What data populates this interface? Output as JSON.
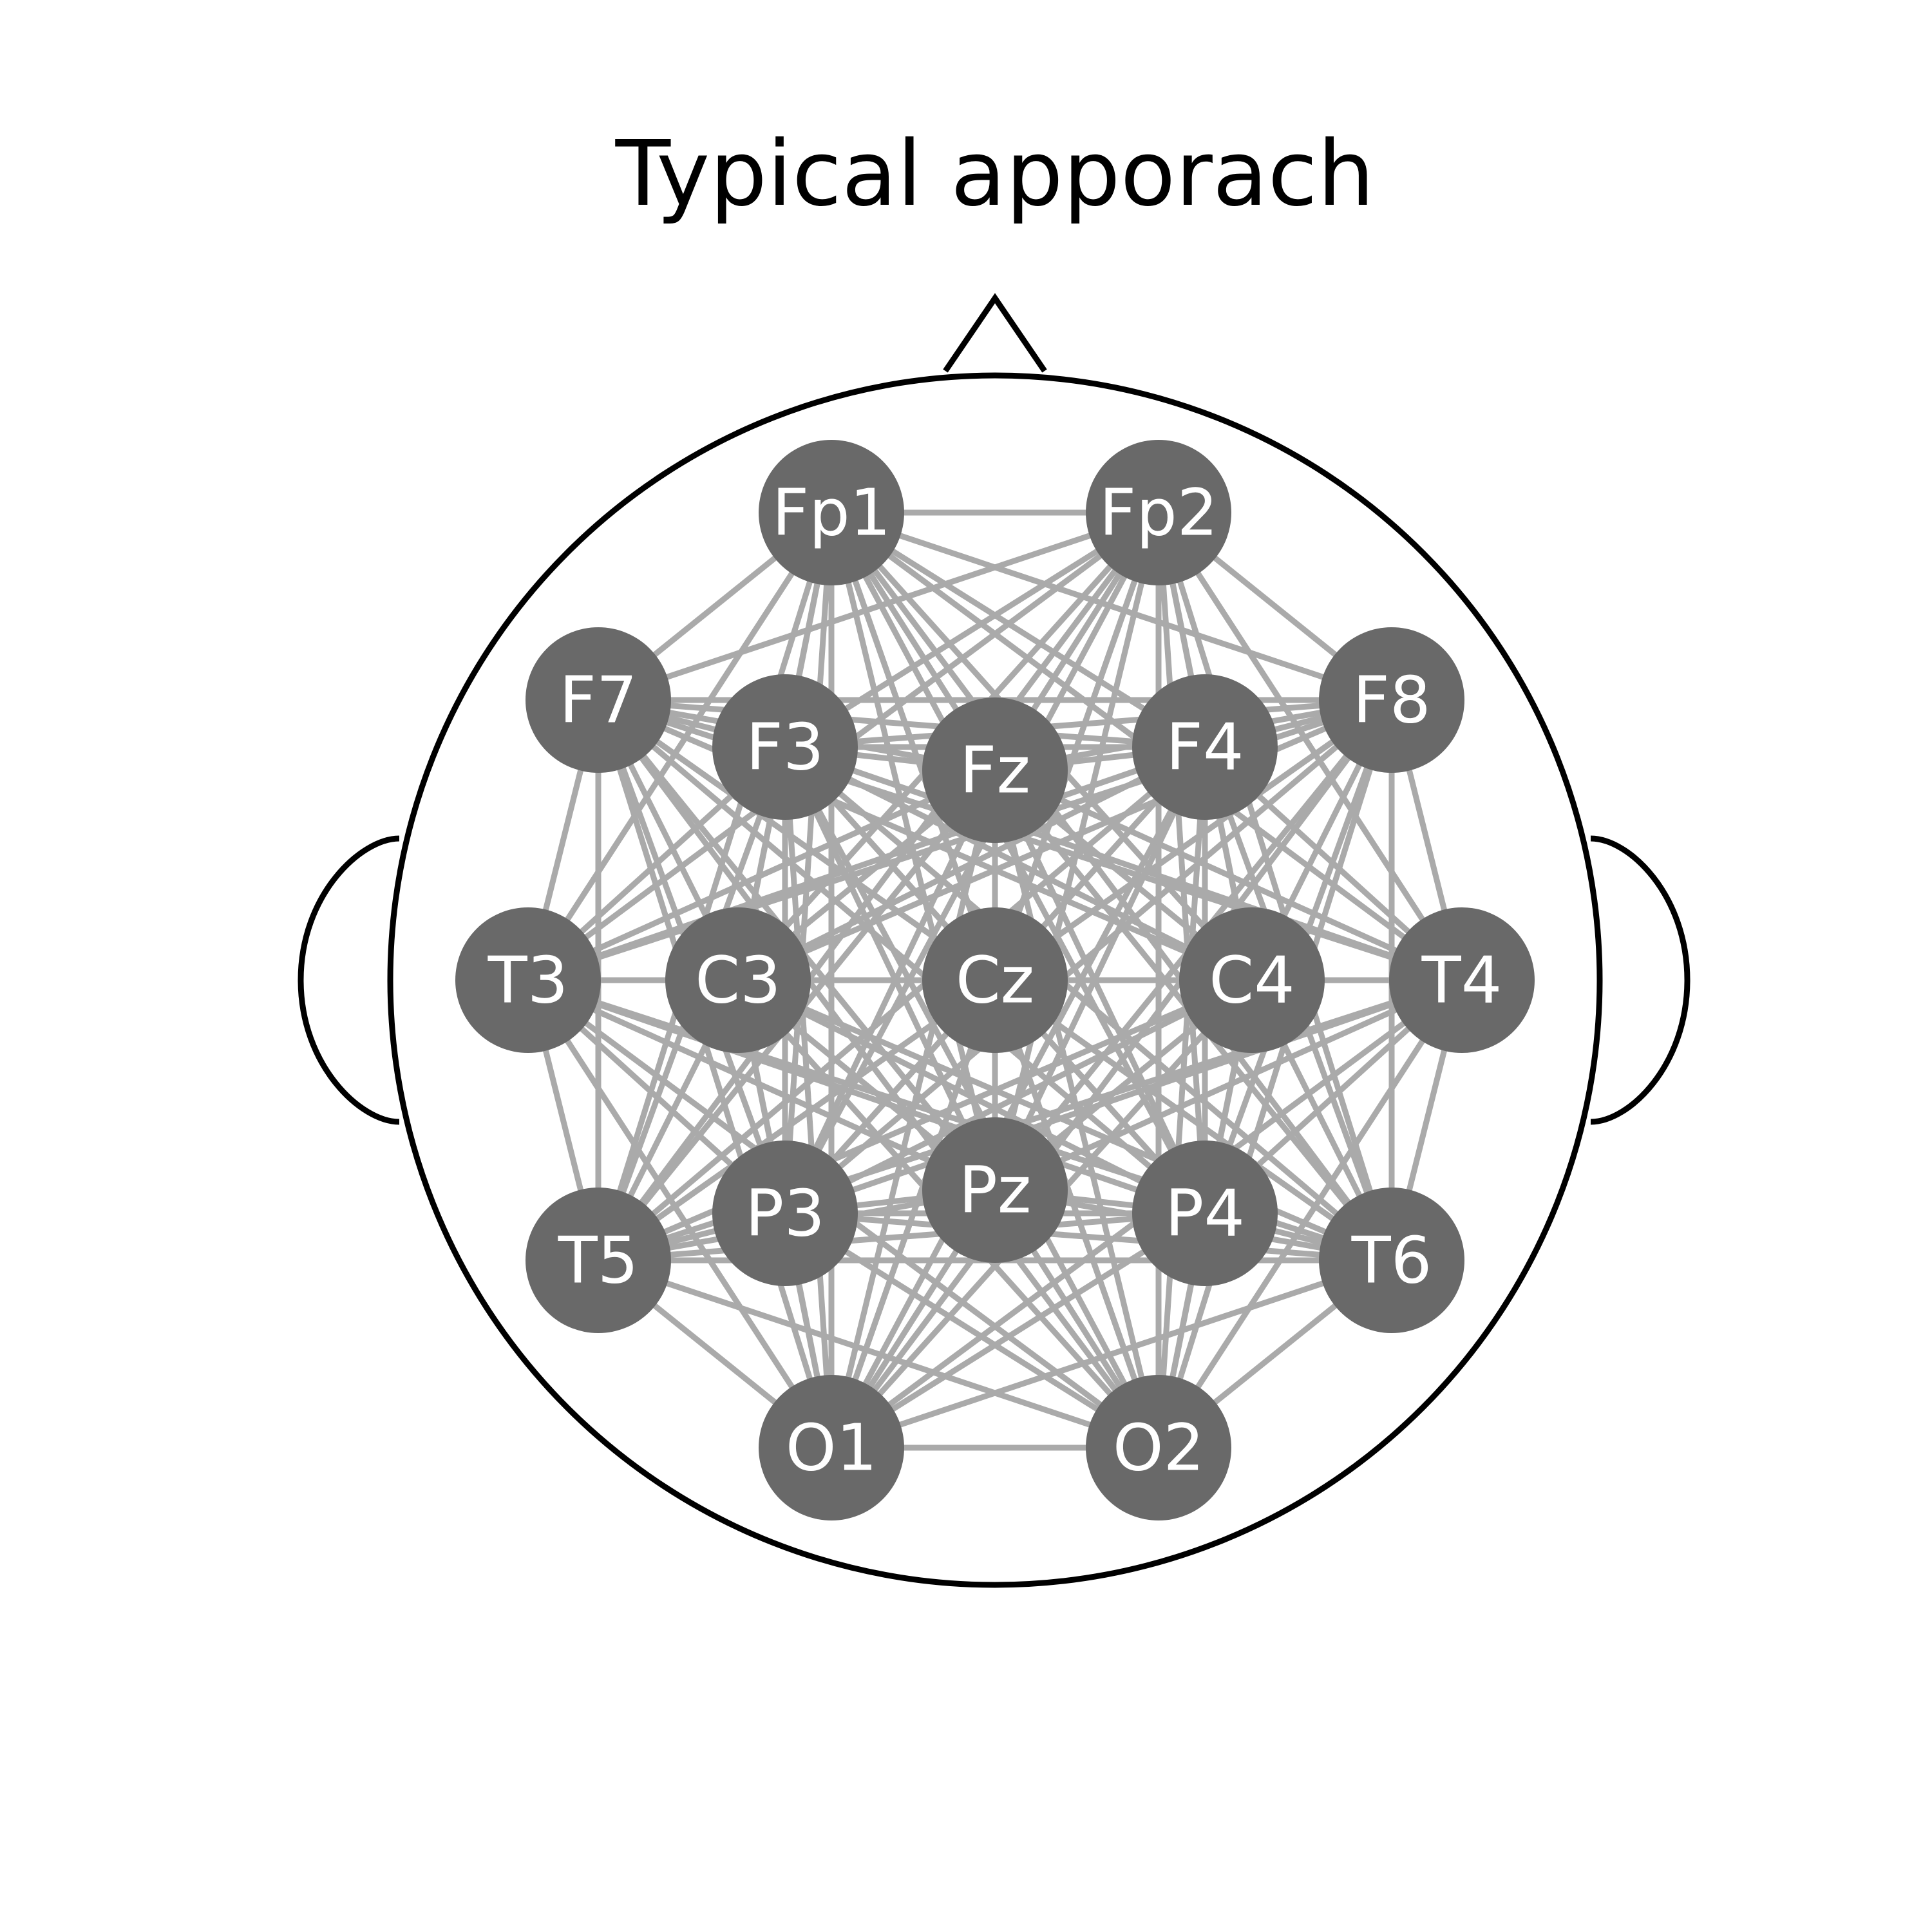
{
  "title": "Typical apporach",
  "colors": {
    "background": "#ffffff",
    "node_fill": "#696969",
    "node_text": "#ffffff",
    "edge": "#aaaaaa",
    "head_outline": "#000000"
  },
  "nodes": [
    {
      "id": "Fp1",
      "label": "Fp1"
    },
    {
      "id": "Fp2",
      "label": "Fp2"
    },
    {
      "id": "F7",
      "label": "F7"
    },
    {
      "id": "F3",
      "label": "F3"
    },
    {
      "id": "Fz",
      "label": "Fz"
    },
    {
      "id": "F4",
      "label": "F4"
    },
    {
      "id": "F8",
      "label": "F8"
    },
    {
      "id": "T3",
      "label": "T3"
    },
    {
      "id": "C3",
      "label": "C3"
    },
    {
      "id": "Cz",
      "label": "Cz"
    },
    {
      "id": "C4",
      "label": "C4"
    },
    {
      "id": "T4",
      "label": "T4"
    },
    {
      "id": "T5",
      "label": "T5"
    },
    {
      "id": "P3",
      "label": "P3"
    },
    {
      "id": "Pz",
      "label": "Pz"
    },
    {
      "id": "P4",
      "label": "P4"
    },
    {
      "id": "T6",
      "label": "T6"
    },
    {
      "id": "O1",
      "label": "O1"
    },
    {
      "id": "O2",
      "label": "O2"
    }
  ],
  "connectivity": "all-to-all"
}
